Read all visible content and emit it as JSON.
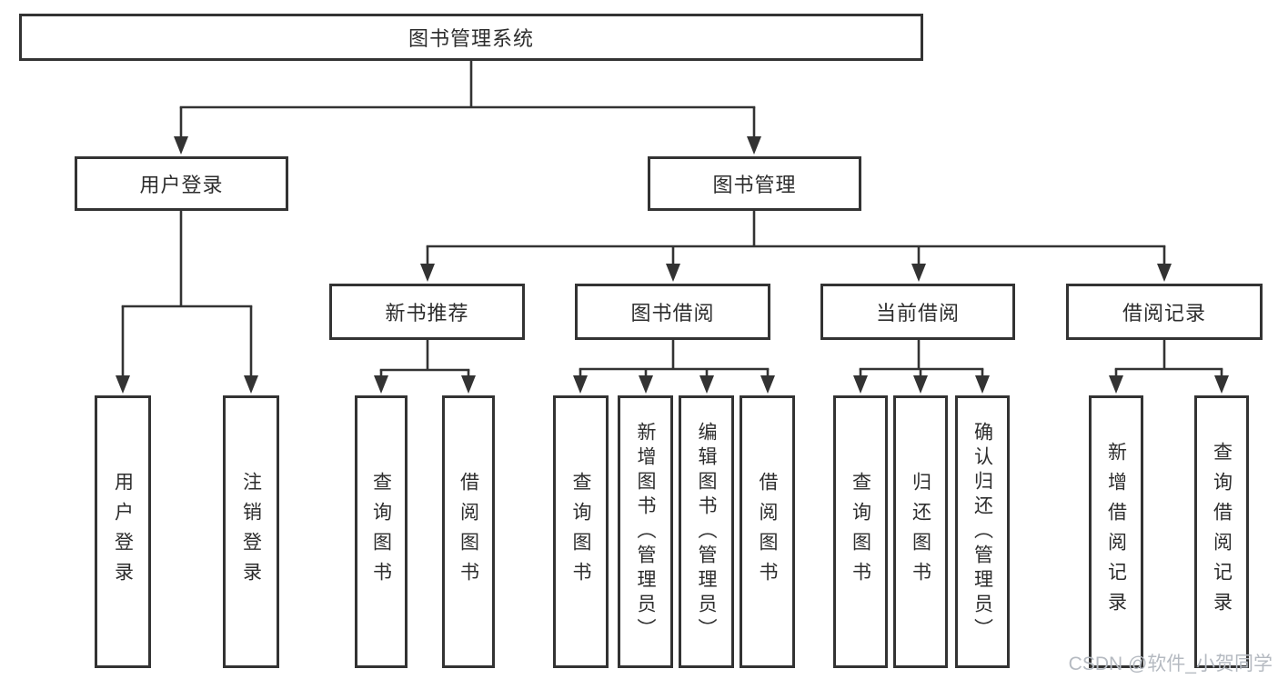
{
  "diagram": {
    "root": {
      "label": "图书管理系统"
    },
    "groups": [
      {
        "label": "用户登录",
        "children": [
          {
            "label": "用户登录"
          },
          {
            "label": "注销登录"
          }
        ]
      },
      {
        "label": "图书管理",
        "subgroups": [
          {
            "label": "新书推荐",
            "children": [
              {
                "label": "查询图书"
              },
              {
                "label": "借阅图书"
              }
            ]
          },
          {
            "label": "图书借阅",
            "children": [
              {
                "label": "查询图书"
              },
              {
                "label": "新增图书（管理员）"
              },
              {
                "label": "编辑图书（管理员）"
              },
              {
                "label": "借阅图书"
              }
            ]
          },
          {
            "label": "当前借阅",
            "children": [
              {
                "label": "查询图书"
              },
              {
                "label": "归还图书"
              },
              {
                "label": "确认归还（管理员）"
              }
            ]
          },
          {
            "label": "借阅记录",
            "children": [
              {
                "label": "新增借阅记录"
              },
              {
                "label": "查询借阅记录"
              }
            ]
          }
        ]
      }
    ]
  },
  "colors": {
    "line": "#333333",
    "box_fill": "#ffffff",
    "text": "#2d2d2d",
    "watermark": "#b5bac1"
  },
  "watermark": {
    "text": "CSDN @软件_小贺同学"
  }
}
